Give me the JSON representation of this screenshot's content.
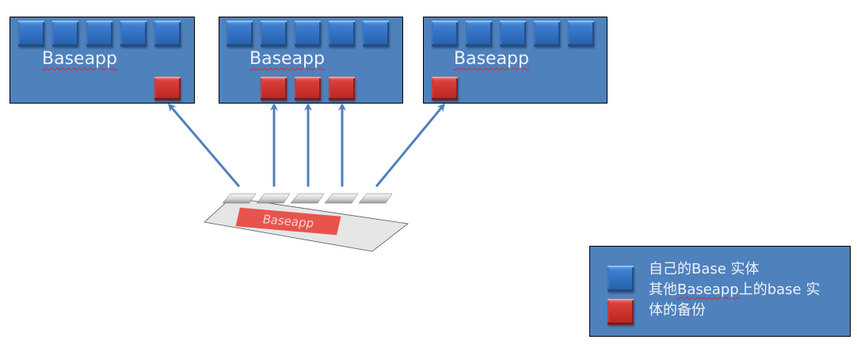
{
  "diagram": {
    "baseapps": [
      {
        "label": "Baseapp",
        "own_entities": 5,
        "backup_entities": 1
      },
      {
        "label": "Baseapp",
        "own_entities": 5,
        "backup_entities": 3
      },
      {
        "label": "Baseapp",
        "own_entities": 5,
        "backup_entities": 1
      }
    ],
    "source": {
      "label": "Baseapp",
      "entities": 5
    },
    "arrows": [
      {
        "from": "source-entity-1",
        "to": "baseapp-1-backup-1"
      },
      {
        "from": "source-entity-2",
        "to": "baseapp-2-backup-1"
      },
      {
        "from": "source-entity-3",
        "to": "baseapp-2-backup-2"
      },
      {
        "from": "source-entity-4",
        "to": "baseapp-2-backup-3"
      },
      {
        "from": "source-entity-5",
        "to": "baseapp-3-backup-1"
      }
    ],
    "legend": {
      "items": [
        {
          "icon": "blue-entity-square",
          "color": "#2f6dbd",
          "label": "自己的Base 实体"
        },
        {
          "icon": "red-entity-square",
          "color": "#c9302c",
          "label_line1_prefix": "其他",
          "label_line1_squiggle": "Baseapp",
          "label_line1_suffix": "上的base 实",
          "label_line2": "体的备份"
        }
      ]
    },
    "colors": {
      "box_fill": "#4f81bd",
      "own_entity": "#2f6dbd",
      "backup_entity": "#c9302c",
      "arrow": "#4f81bd",
      "source_label_bg": "#e9534e"
    }
  }
}
